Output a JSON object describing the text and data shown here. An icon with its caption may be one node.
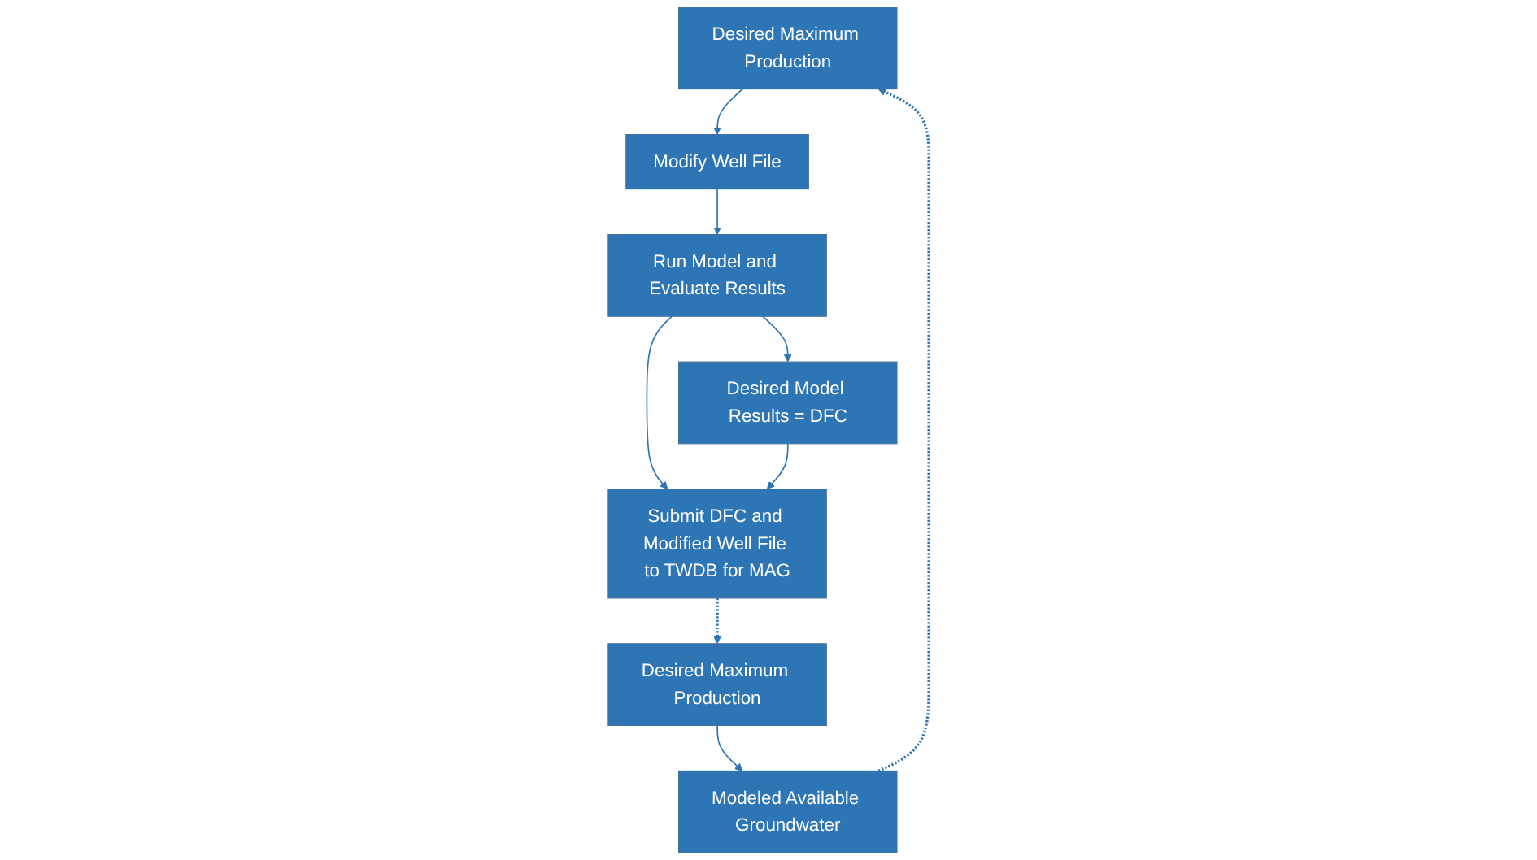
{
  "diagram": {
    "nodes": [
      {
        "text": [
          "Desired Maximum Production"
        ]
      },
      {
        "text": [
          "Modify Well File"
        ]
      },
      {
        "text": [
          "Run Model and Evaluate Results"
        ]
      },
      {
        "text": [
          "Desired Model Results = DFC"
        ]
      },
      {
        "text": [
          "Submit DFC and Modified Well File to TWDB for MAG"
        ]
      },
      {
        "text": [
          "Desired Maximum Production"
        ]
      },
      {
        "text": [
          "Modeled Available Groundwater"
        ]
      }
    ],
    "edges": [
      {
        "from": 0,
        "to": 1,
        "arrow": "to"
      },
      {
        "from": 1,
        "to": 2,
        "arrow": "to"
      },
      {
        "from": 2,
        "to": 3,
        "arrow": "to"
      },
      {
        "from": 2,
        "to": 4,
        "arrow": "to"
      },
      {
        "from": 3,
        "to": 4,
        "arrow": "to"
      },
      {
        "from": 4,
        "to": 5,
        "arrow": "to",
        "style": "dashed"
      },
      {
        "from": 5,
        "to": 6,
        "arrow": "to"
      },
      {
        "from": 6,
        "to": 0,
        "arrow": "to",
        "style": "dashed"
      }
    ]
  }
}
